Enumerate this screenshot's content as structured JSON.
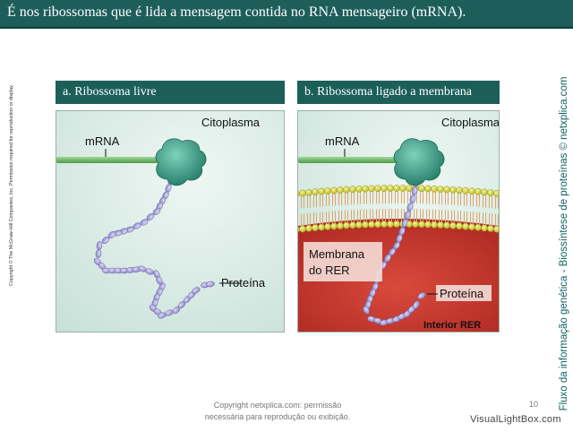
{
  "header": {
    "title": "É nos ribossomas que é lida a mensagem contida no RNA mensageiro (mRNA)."
  },
  "side": {
    "copyright": "Copyright © The McGraw-Hill Companies, Inc. Permission required for reproduction or display.",
    "title": "Fluxo da informação genética - Biossíntese de proteínas © netxplica.com"
  },
  "panel_a": {
    "heading": "a. Ribossoma livre",
    "cytoplasm": "Citoplasma",
    "mrna": "mRNA",
    "protein": "Proteína"
  },
  "panel_b": {
    "heading": "b. Ribossoma ligado a membrana",
    "cytoplasm": "Citoplasma",
    "mrna": "mRNA",
    "membrane_line1": "Membrana",
    "membrane_line2": "do RER",
    "protein": "Proteína",
    "interior": "Interior RER"
  },
  "footer": {
    "copyright_line1": "Copyright netxplica.com: permissão",
    "copyright_line2": "necessária para reprodução ou exibição.",
    "page": "10",
    "watermark": "VisualLightBox.com"
  },
  "colors": {
    "header_bg": "#1e5e5a",
    "panel_bg": "#d6eae3",
    "mrna": "#6fb86a",
    "ribosome": "#2f9e86",
    "protein_bead": "#a9a4dc",
    "membrane_head": "#d9d83a",
    "rer_interior": "#c2312b"
  }
}
